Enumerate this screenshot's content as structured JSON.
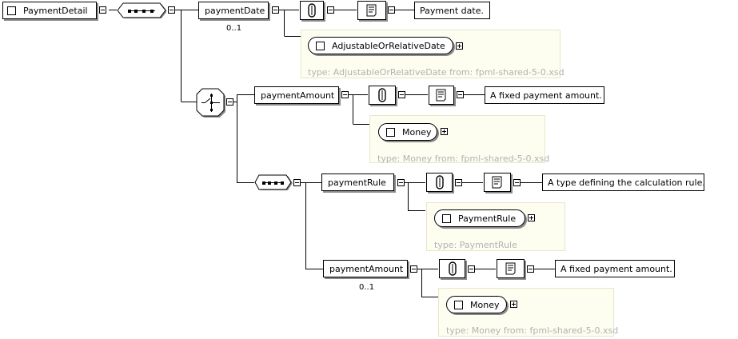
{
  "root": {
    "label": "PaymentDetail"
  },
  "payment_date": {
    "label": "paymentDate",
    "cardinality": "0..1",
    "doc": "Payment date.",
    "type_name": "AdjustableOrRelativeDate",
    "type_info": "type: AdjustableOrRelativeDate from: fpml-shared-5-0.xsd"
  },
  "payment_amount": {
    "label": "paymentAmount",
    "doc": "A fixed payment amount.",
    "type_name": "Money",
    "type_info": "type: Money from: fpml-shared-5-0.xsd"
  },
  "payment_rule": {
    "label": "paymentRule",
    "doc": "A type defining the calculation rule.",
    "type_name": "PaymentRule",
    "type_info": "type: PaymentRule"
  },
  "payment_amount_optional": {
    "label": "paymentAmount",
    "cardinality": "0..1",
    "doc": "A fixed payment amount.",
    "type_name": "Money",
    "type_info": "type: Money from: fpml-shared-5-0.xsd"
  },
  "icons": {
    "sequence": "sequence-compositor-icon",
    "choice": "choice-compositor-icon",
    "content_model": "content-model-icon",
    "annotation": "annotation-icon"
  }
}
